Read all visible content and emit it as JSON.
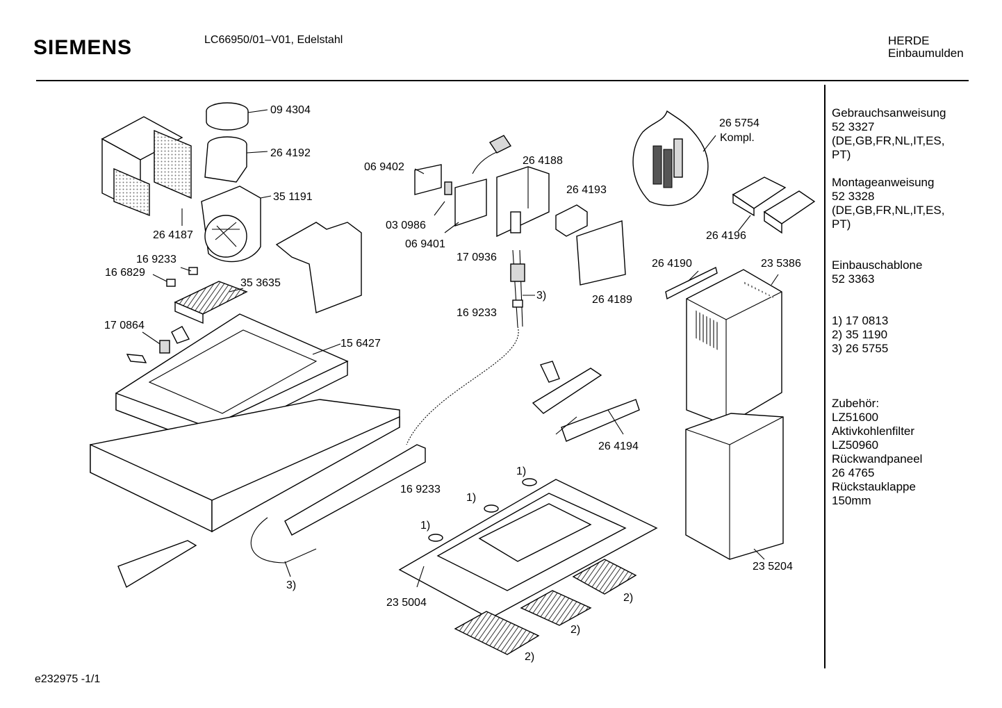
{
  "header": {
    "brand": "SIEMENS",
    "model": "LC66950/01–V01, Edelstahl",
    "category_line1": "HERDE",
    "category_line2": "Einbaumulden"
  },
  "sidebar": {
    "blocks": [
      {
        "lines": [
          "Gebrauchsanweisung",
          "52 3327",
          "(DE,GB,FR,NL,IT,ES,",
          "PT)"
        ]
      },
      {
        "lines": [
          "Montageanweisung",
          "52 3328",
          "(DE,GB,FR,NL,IT,ES,",
          "PT)"
        ]
      },
      {
        "lines": [
          "Einbauschablone",
          "52 3363"
        ]
      },
      {
        "lines": [
          "1) 17 0813",
          "2) 35 1190",
          "3) 26 5755"
        ]
      },
      {
        "lines": [
          "Zubehör:",
          "LZ51600",
          "Aktivkohlenfilter",
          "LZ50960",
          "Rückwandpaneel",
          "26 4765",
          "Rückstauklappe",
          "150mm"
        ]
      }
    ]
  },
  "parts": [
    "09 4304",
    "26 4192",
    "35 1191",
    "26 4187",
    "16 9233",
    "16 6829",
    "35 3635",
    "17 0864",
    "15 6427",
    "06 9402",
    "03 0986",
    "06 9401",
    "26 4188",
    "26 4193",
    "17 0936",
    "3)",
    "16 9233",
    "26 4189",
    "26 5754",
    "Kompl.",
    "26 4196",
    "26 4190",
    "23 5386",
    "26 4194",
    "1)",
    "1)",
    "1)",
    "16 9233",
    "3)",
    "23 5004",
    "2)",
    "2)",
    "2)",
    "23 5204"
  ],
  "footer": {
    "code": "e232975   -1/1"
  }
}
